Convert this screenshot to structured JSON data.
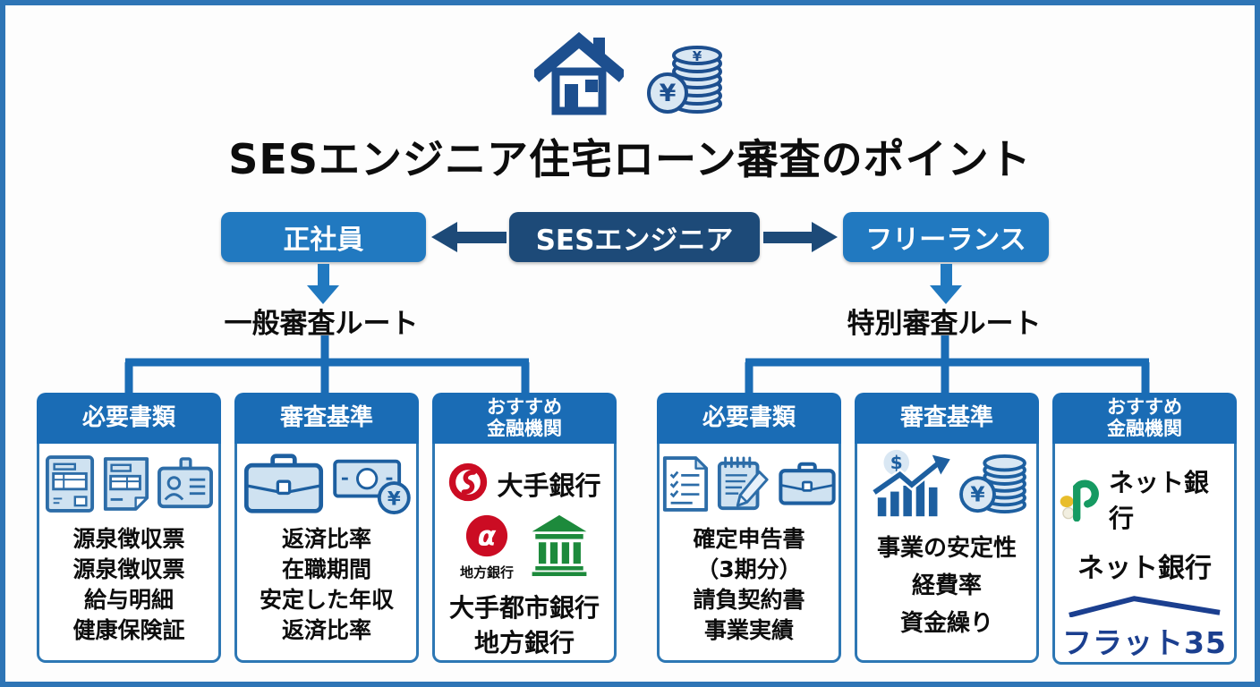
{
  "colors": {
    "frame_border": "#2e75b6",
    "side_node_blue": "#2179c0",
    "center_node_navy": "#1d4a78",
    "connector_blue": "#1a6cb5",
    "card_border_blue": "#2d77b4",
    "red_bank_logo": "#cb0c23",
    "green_bank_building": "#1d8a3c",
    "net_bank_green": "#169a62",
    "flat35_navy": "#1b3f8f"
  },
  "header": {
    "title": "SESエンジニア住宅ローン審査のポイント",
    "icons": [
      "house-icon",
      "yen-coins-icon"
    ]
  },
  "flow": {
    "left_node": "正社員",
    "center_node": "SESエンジニア",
    "right_node": "フリーランス"
  },
  "groups": [
    {
      "route_label": "一般審査ルート",
      "cards": {
        "documents": {
          "header": "必要書類",
          "icons": [
            "tax-form-icon",
            "payslip-document-icon",
            "id-card-icon"
          ],
          "lines": [
            "源泉徴収票",
            "源泉徴収票",
            "給与明細",
            "健康保険証"
          ]
        },
        "criteria": {
          "header": "審査基準",
          "icons": [
            "briefcase-icon",
            "banknote-yen-icon"
          ],
          "lines": [
            "返済比率",
            "在職期間",
            "安定した年収",
            "返済比率"
          ]
        },
        "banks": {
          "header_line1": "おすすめ",
          "header_line2": "金融機関",
          "icons": [
            "major-bank-logo",
            "regional-bank-logo",
            "bank-building-icon"
          ],
          "major_bank_label": "大手銀行",
          "regional_bank_caption": "地方銀行",
          "lines": [
            "大手都市銀行",
            "地方銀行"
          ]
        }
      }
    },
    {
      "route_label": "特別審査ルート",
      "cards": {
        "documents": {
          "header": "必要書類",
          "icons": [
            "checklist-document-icon",
            "notepad-pencil-icon",
            "briefcase-icon"
          ],
          "lines": [
            "確定申告書",
            "（3期分）",
            "請負契約書",
            "事業実績"
          ]
        },
        "criteria": {
          "header": "審査基準",
          "icons": [
            "growth-chart-dollar-icon",
            "yen-coins-icon"
          ],
          "lines": [
            "事業の安定性",
            "経費率",
            "資金繰り"
          ]
        },
        "banks": {
          "header_line1": "おすすめ",
          "header_line2": "金融機関",
          "icons": [
            "net-bank-logo",
            "flat35-roof-icon"
          ],
          "net_bank_label": "ネット銀行",
          "lines": [
            "ネット銀行"
          ],
          "flat35_label": "フラット35"
        }
      }
    }
  ]
}
